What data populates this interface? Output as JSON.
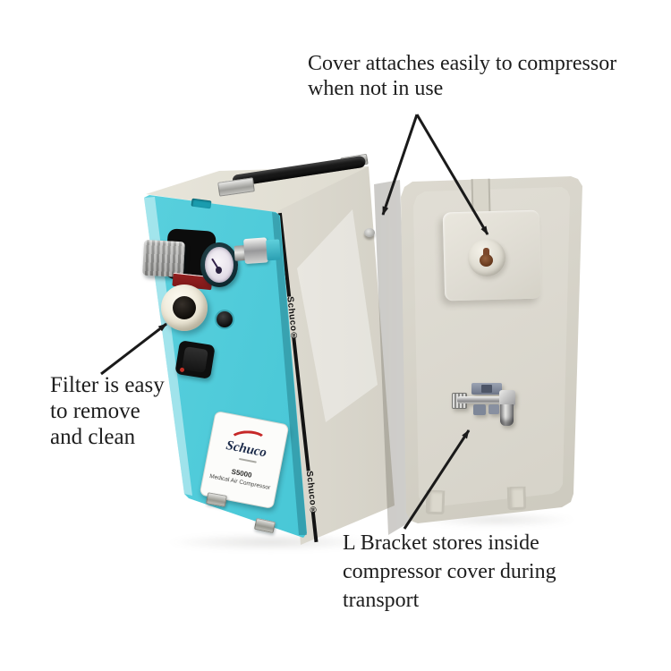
{
  "scene": {
    "background": "#ffffff",
    "description_of_image": "Annotated product photo of a portable medical air compressor beside its detached cover"
  },
  "annotations": {
    "cover_note": {
      "lines": [
        "Cover attaches easily to compressor",
        "when not in use"
      ]
    },
    "filter_note": {
      "lines": [
        "Filter is easy",
        "to remove",
        "and clean"
      ]
    },
    "bracket_note": {
      "lines": [
        "L Bracket stores inside",
        "compressor cover during",
        "transport"
      ]
    }
  },
  "compressor": {
    "label": {
      "brand": "Schuco",
      "model": "S5000",
      "description": "Medical Air Compressor"
    },
    "edge_text_top": "Schuco®",
    "edge_text_bottom": "Schuco®"
  },
  "colors": {
    "panel_teal": "#4cc9d8",
    "body_beige": "#d8d5ca",
    "cover_beige": "#d9d6cc",
    "handle_black": "#181818",
    "annotation_text": "#1d1d1d",
    "label_swoosh_red": "#c62828",
    "knob_label_red": "#8c1c1c",
    "keyhole_brown": "#7c482c"
  }
}
